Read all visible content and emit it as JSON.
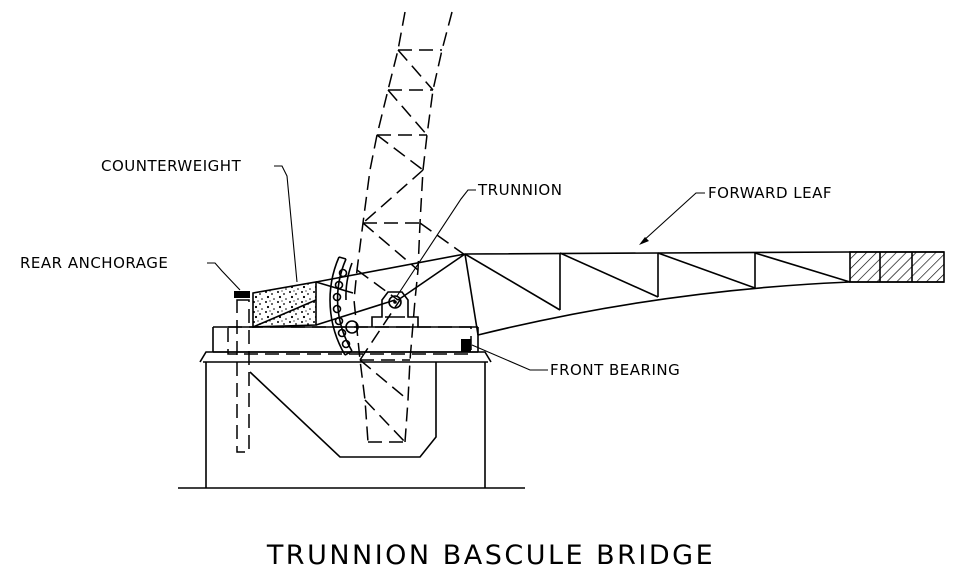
{
  "labels": {
    "counterweight": "COUNTERWEIGHT",
    "trunnion": "TRUNNION",
    "forward_leaf": "FORWARD LEAF",
    "rear_anchorage": "REAR ANCHORAGE",
    "front_bearing": "FRONT BEARING"
  },
  "title": "TRUNNION BASCULE BRIDGE"
}
